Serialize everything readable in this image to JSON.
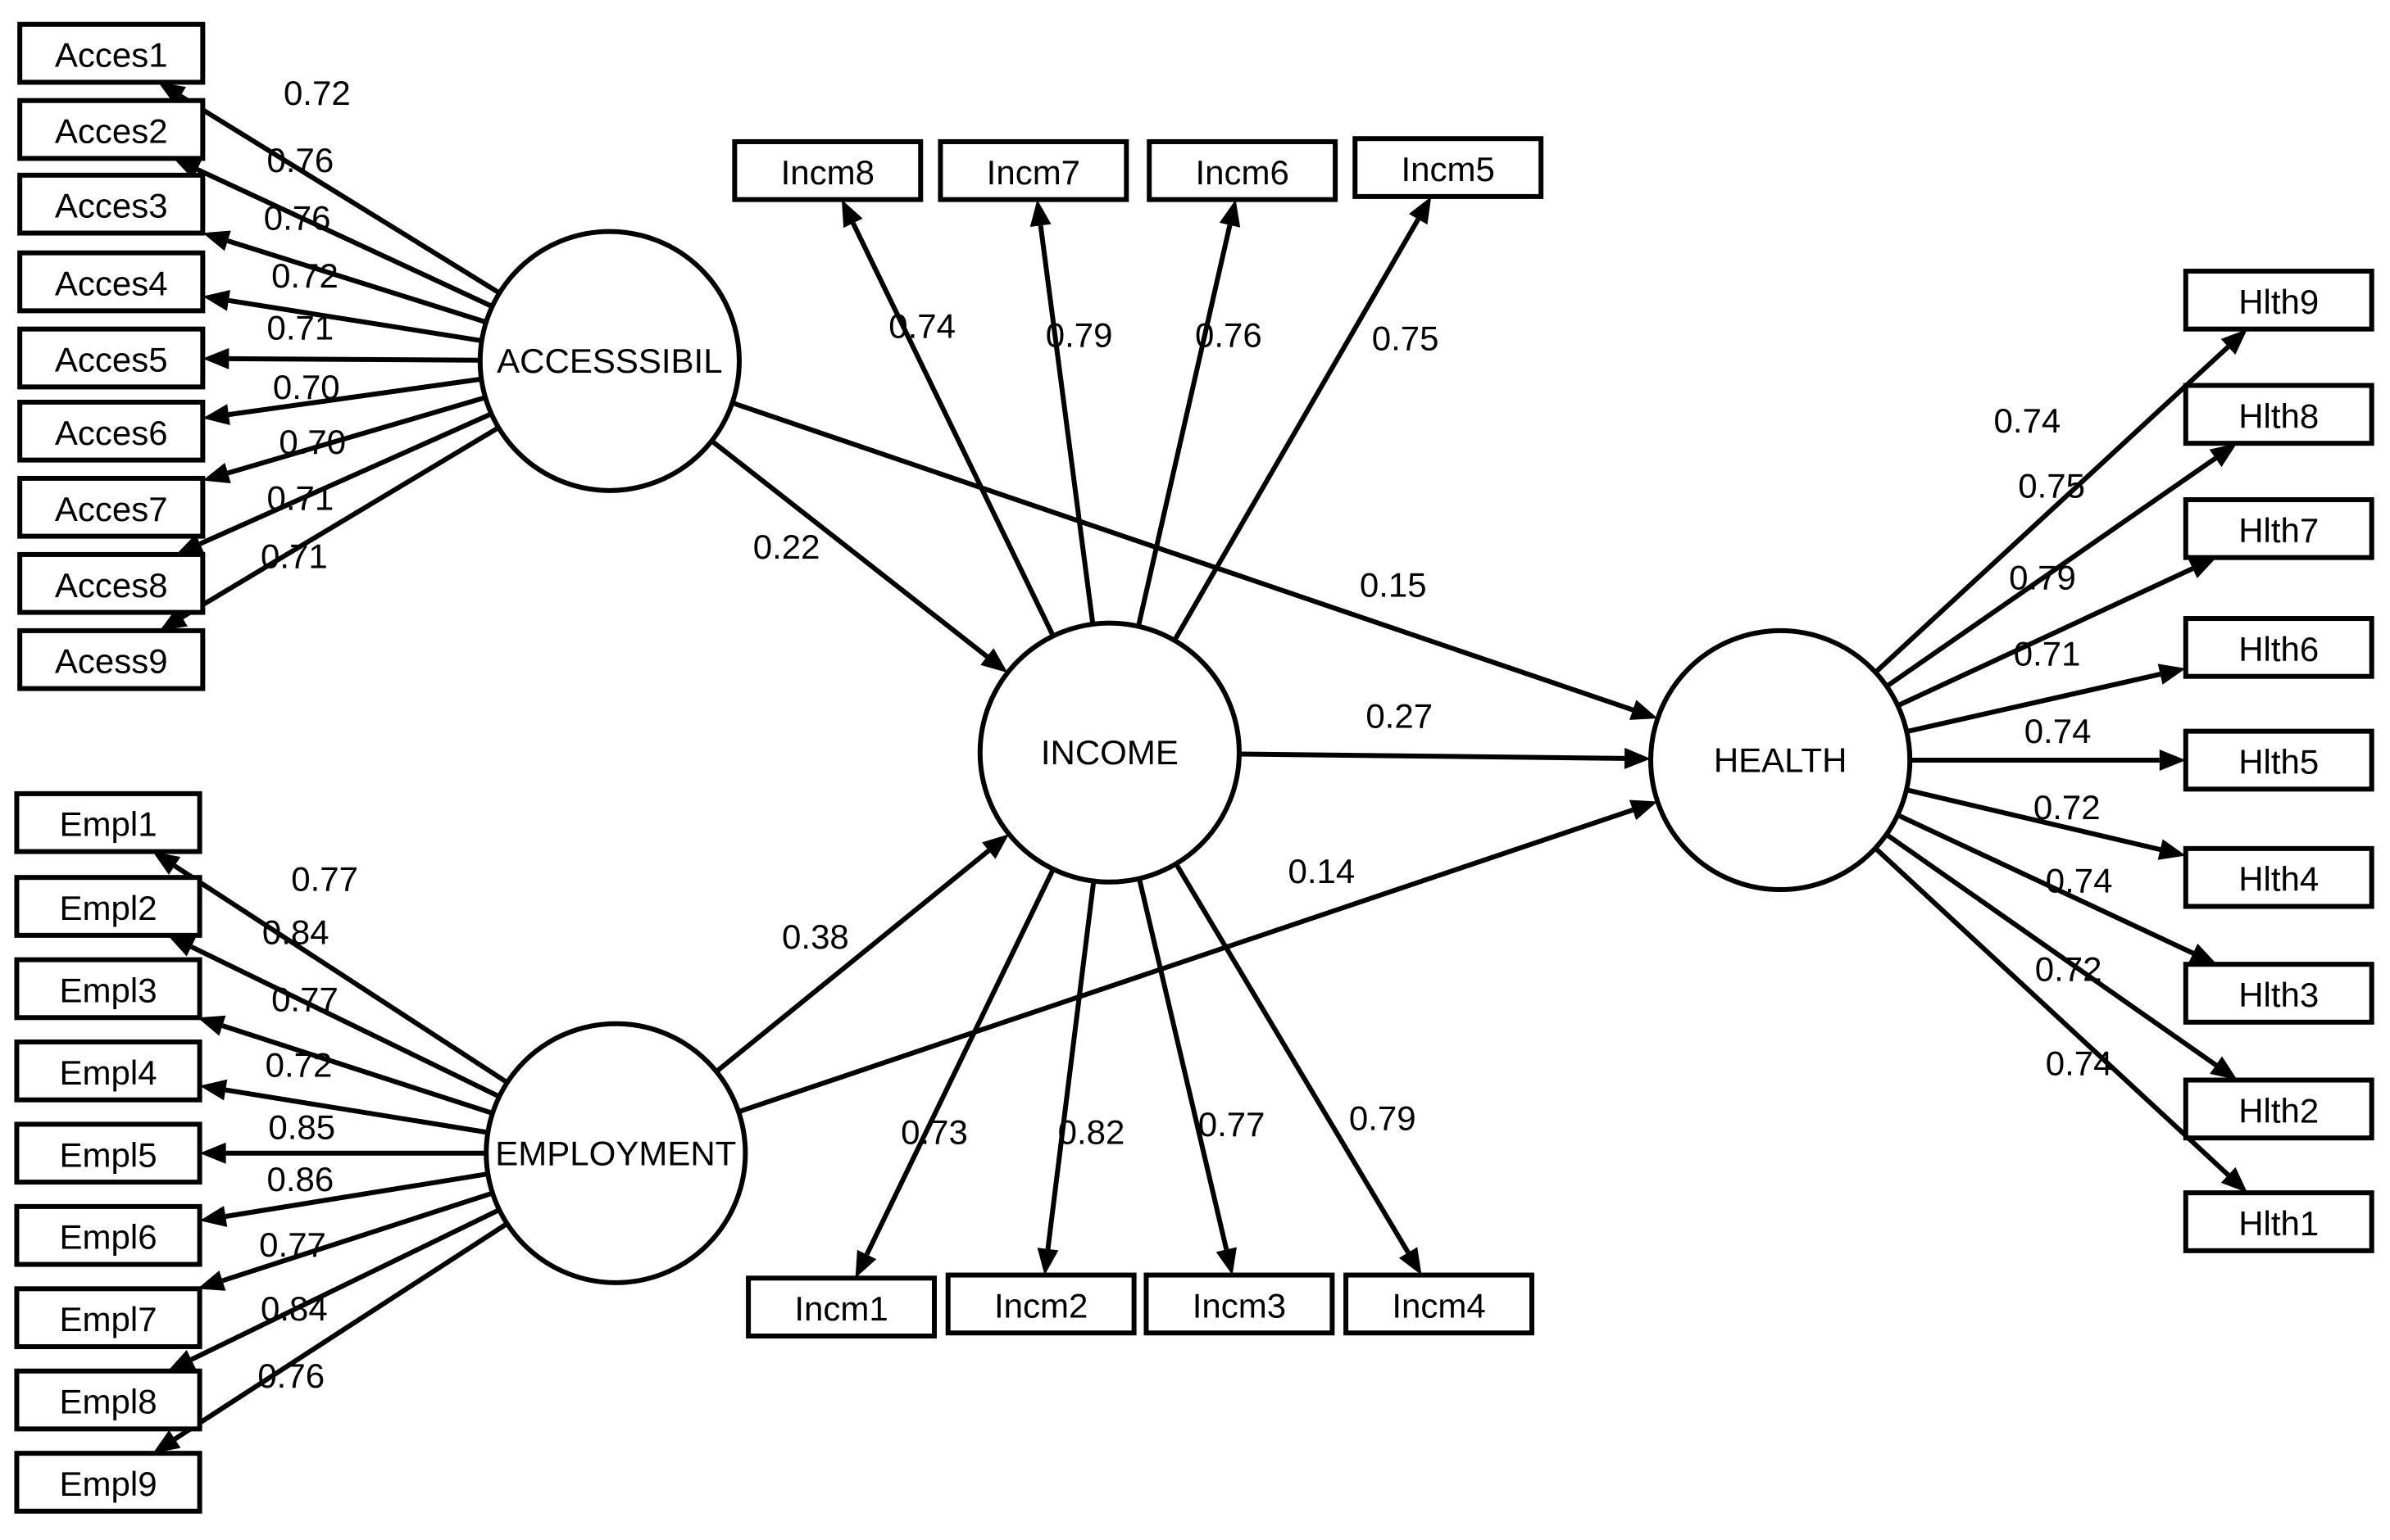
{
  "latents": [
    {
      "id": "acc",
      "label": "ACCESSSIBIL"
    },
    {
      "id": "emp",
      "label": "EMPLOYMENT"
    },
    {
      "id": "inc",
      "label": "INCOME"
    },
    {
      "id": "hlt",
      "label": "HEALTH"
    }
  ],
  "indicators": {
    "acc": [
      {
        "label": "Acces1",
        "loading": "0.72"
      },
      {
        "label": "Acces2",
        "loading": "0.76"
      },
      {
        "label": "Acces3",
        "loading": "0.76"
      },
      {
        "label": "Acces4",
        "loading": "0.72"
      },
      {
        "label": "Acces5",
        "loading": "0.71"
      },
      {
        "label": "Acces6",
        "loading": "0.70"
      },
      {
        "label": "Acces7",
        "loading": "0.70"
      },
      {
        "label": "Acces8",
        "loading": "0.71"
      },
      {
        "label": "Acess9",
        "loading": "0.71"
      }
    ],
    "emp": [
      {
        "label": "Empl1",
        "loading": "0.77"
      },
      {
        "label": "Empl2",
        "loading": "0.84"
      },
      {
        "label": "Empl3",
        "loading": "0.77"
      },
      {
        "label": "Empl4",
        "loading": "0.72"
      },
      {
        "label": "Empl5",
        "loading": "0.85"
      },
      {
        "label": "Empl6",
        "loading": "0.86"
      },
      {
        "label": "Empl7",
        "loading": "0.77"
      },
      {
        "label": "Empl8",
        "loading": "0.84"
      },
      {
        "label": "Empl9",
        "loading": "0.76"
      }
    ],
    "inc_top": [
      {
        "label": "Incm8",
        "loading": "0.74"
      },
      {
        "label": "Incm7",
        "loading": "0.79"
      },
      {
        "label": "Incm6",
        "loading": "0.76"
      },
      {
        "label": "Incm5",
        "loading": "0.75"
      }
    ],
    "inc_bottom": [
      {
        "label": "Incm1",
        "loading": "0.73"
      },
      {
        "label": "Incm2",
        "loading": "0.82"
      },
      {
        "label": "Incm3",
        "loading": "0.77"
      },
      {
        "label": "Incm4",
        "loading": "0.79"
      }
    ],
    "hlt": [
      {
        "label": "Hlth9",
        "loading": "0.74"
      },
      {
        "label": "Hlth8",
        "loading": "0.75"
      },
      {
        "label": "Hlth7",
        "loading": "0.79"
      },
      {
        "label": "Hlth6",
        "loading": "0.71"
      },
      {
        "label": "Hlth5",
        "loading": "0.74"
      },
      {
        "label": "Hlth4",
        "loading": "0.72"
      },
      {
        "label": "Hlth3",
        "loading": "0.74"
      },
      {
        "label": "Hlth2",
        "loading": "0.72"
      },
      {
        "label": "Hlth1",
        "loading": "0.74"
      }
    ]
  },
  "structural_paths": [
    {
      "from": "acc",
      "to": "inc",
      "coef": "0.22"
    },
    {
      "from": "acc",
      "to": "hlt",
      "coef": "0.15"
    },
    {
      "from": "inc",
      "to": "hlt",
      "coef": "0.27"
    },
    {
      "from": "emp",
      "to": "inc",
      "coef": "0.38"
    },
    {
      "from": "emp",
      "to": "hlt",
      "coef": "0.14"
    }
  ]
}
